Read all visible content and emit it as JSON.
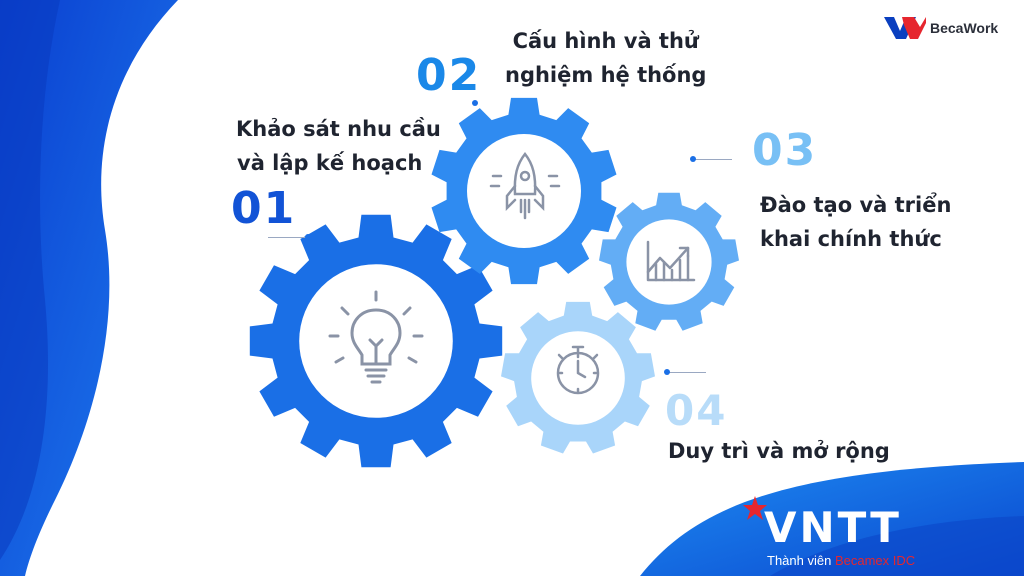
{
  "brand": {
    "name": "BecaWork"
  },
  "footer_brand": {
    "name": "VNTT",
    "member_prefix": "Thành viên",
    "member_org": "Becamex IDC"
  },
  "steps": [
    {
      "number": "01",
      "line1": "Khảo sát nhu cầu",
      "line2": "và lập kế hoạch",
      "icon": "lightbulb-icon",
      "gear_color": "#1a6fe6"
    },
    {
      "number": "02",
      "line1": "Cấu hình và thử",
      "line2": "nghiệm hệ thống",
      "icon": "rocket-icon",
      "gear_color": "#2f8bf1"
    },
    {
      "number": "03",
      "line1": "Đào tạo và triển",
      "line2": "khai chính thức",
      "icon": "growth-chart-icon",
      "gear_color": "#63adf5"
    },
    {
      "number": "04",
      "line1": "Duy trì và mở rộng",
      "line2": "",
      "icon": "stopwatch-icon",
      "gear_color": "#a9d5fa"
    }
  ],
  "colors": {
    "primary_blue": "#1a6fe6",
    "dark_blue": "#0a3fbf",
    "number_01": "#1253d6",
    "number_02": "#1a88e8",
    "number_03": "#78c0f5",
    "number_04": "#b8dcf9",
    "brand_red": "#e6262e"
  }
}
